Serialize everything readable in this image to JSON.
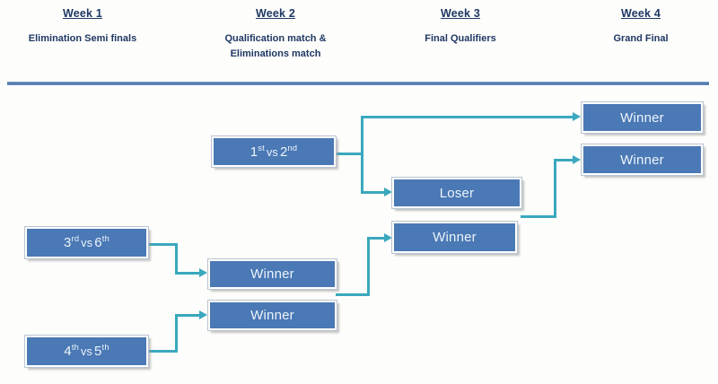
{
  "header": {
    "columns": [
      {
        "title": "Week 1",
        "subtitle": "Elimination Semi finals"
      },
      {
        "title": "Week 2",
        "subtitle": "Qualification match &\nEliminations match"
      },
      {
        "title": "Week 3",
        "subtitle": "Final Qualifiers"
      },
      {
        "title": "Week 4",
        "subtitle": "Grand Final"
      }
    ]
  },
  "colors": {
    "box_fill": "#4a79b5",
    "box_text": "#eef4fb",
    "connector": "#3aa8bd",
    "header_text": "#1f3864",
    "divider": "#4d72a8",
    "background": "#fdfdfb"
  },
  "bracket": {
    "nodes": [
      {
        "id": "match_1v2",
        "week": 2,
        "label_prefix": "1",
        "label_sup": "st",
        "label_mid": "vs",
        "label_suffix": "2",
        "label_sup2": "nd",
        "text": "1st vs 2nd"
      },
      {
        "id": "match_3v6",
        "week": 1,
        "label_prefix": "3",
        "label_sup": "rd",
        "label_mid": "vs",
        "label_suffix": "6",
        "label_sup2": "th",
        "text": "3rd vs 6th"
      },
      {
        "id": "match_4v5",
        "week": 1,
        "label_prefix": "4",
        "label_sup": "th",
        "label_mid": "vs",
        "label_suffix": "5",
        "label_sup2": "th",
        "text": "4th vs 5th"
      },
      {
        "id": "w2_winner_a",
        "week": 2,
        "text": "Winner"
      },
      {
        "id": "w2_winner_b",
        "week": 2,
        "text": "Winner"
      },
      {
        "id": "w3_loser",
        "week": 3,
        "text": "Loser"
      },
      {
        "id": "w3_winner",
        "week": 3,
        "text": "Winner"
      },
      {
        "id": "w4_winner_a",
        "week": 4,
        "text": "Winner"
      },
      {
        "id": "w4_winner_b",
        "week": 4,
        "text": "Winner"
      }
    ]
  }
}
